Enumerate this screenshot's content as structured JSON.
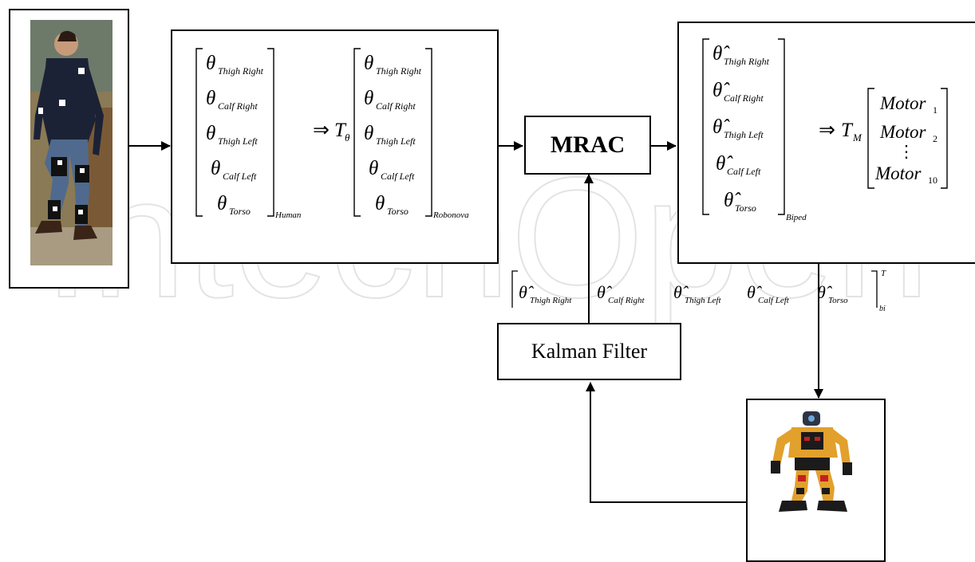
{
  "nodes": {
    "human_photo": {
      "name": "human-photo"
    },
    "human_block": {
      "transform_symbol": "T",
      "transform_subscript": "θ",
      "left_subscript": "Human",
      "right_subscript": "Robonova",
      "rows": [
        {
          "symbol": "θ",
          "sub": "Thigh Right"
        },
        {
          "symbol": "θ",
          "sub": "Calf Right"
        },
        {
          "symbol": "θ",
          "sub": "Thigh Left"
        },
        {
          "symbol": "θ",
          "sub": "Calf Left"
        },
        {
          "symbol": "θ",
          "sub": "Torso"
        }
      ]
    },
    "mrac": {
      "label": "MRAC"
    },
    "biped_block": {
      "transform_symbol": "T",
      "transform_subscript": "M",
      "left_subscript": "Biped",
      "rows": [
        {
          "symbol": "θ̂",
          "sub": "Thigh Right"
        },
        {
          "symbol": "θ̂",
          "sub": "Calf Right"
        },
        {
          "symbol": "θ̂",
          "sub": "Thigh Left"
        },
        {
          "symbol": "θ̂",
          "sub": "Calf Left"
        },
        {
          "symbol": "θ̂",
          "sub": "Torso"
        }
      ],
      "motors": [
        {
          "base": "Motor",
          "sub": "1"
        },
        {
          "base": "Motor",
          "sub": "2"
        },
        {
          "base": "⋮",
          "sub": ""
        },
        {
          "base": "Motor",
          "sub": "10"
        }
      ]
    },
    "kalman": {
      "label": "Kalman Filter"
    },
    "robot_photo": {
      "name": "robot-photo"
    }
  },
  "feedback_vector": {
    "superscript": "T",
    "subscript": "bi",
    "entries": [
      {
        "symbol": "θ̂",
        "sub": "Thigh Right"
      },
      {
        "symbol": "θ̂",
        "sub": "Calf Right"
      },
      {
        "symbol": "θ̂",
        "sub": "Thigh Left"
      },
      {
        "symbol": "θ̂",
        "sub": "Calf Left"
      },
      {
        "symbol": "θ̂",
        "sub": "Torso"
      }
    ]
  },
  "watermark": {
    "text": "IntechOpen"
  },
  "colors": {
    "line": "#000000",
    "watermark": "#e6e6e6"
  }
}
